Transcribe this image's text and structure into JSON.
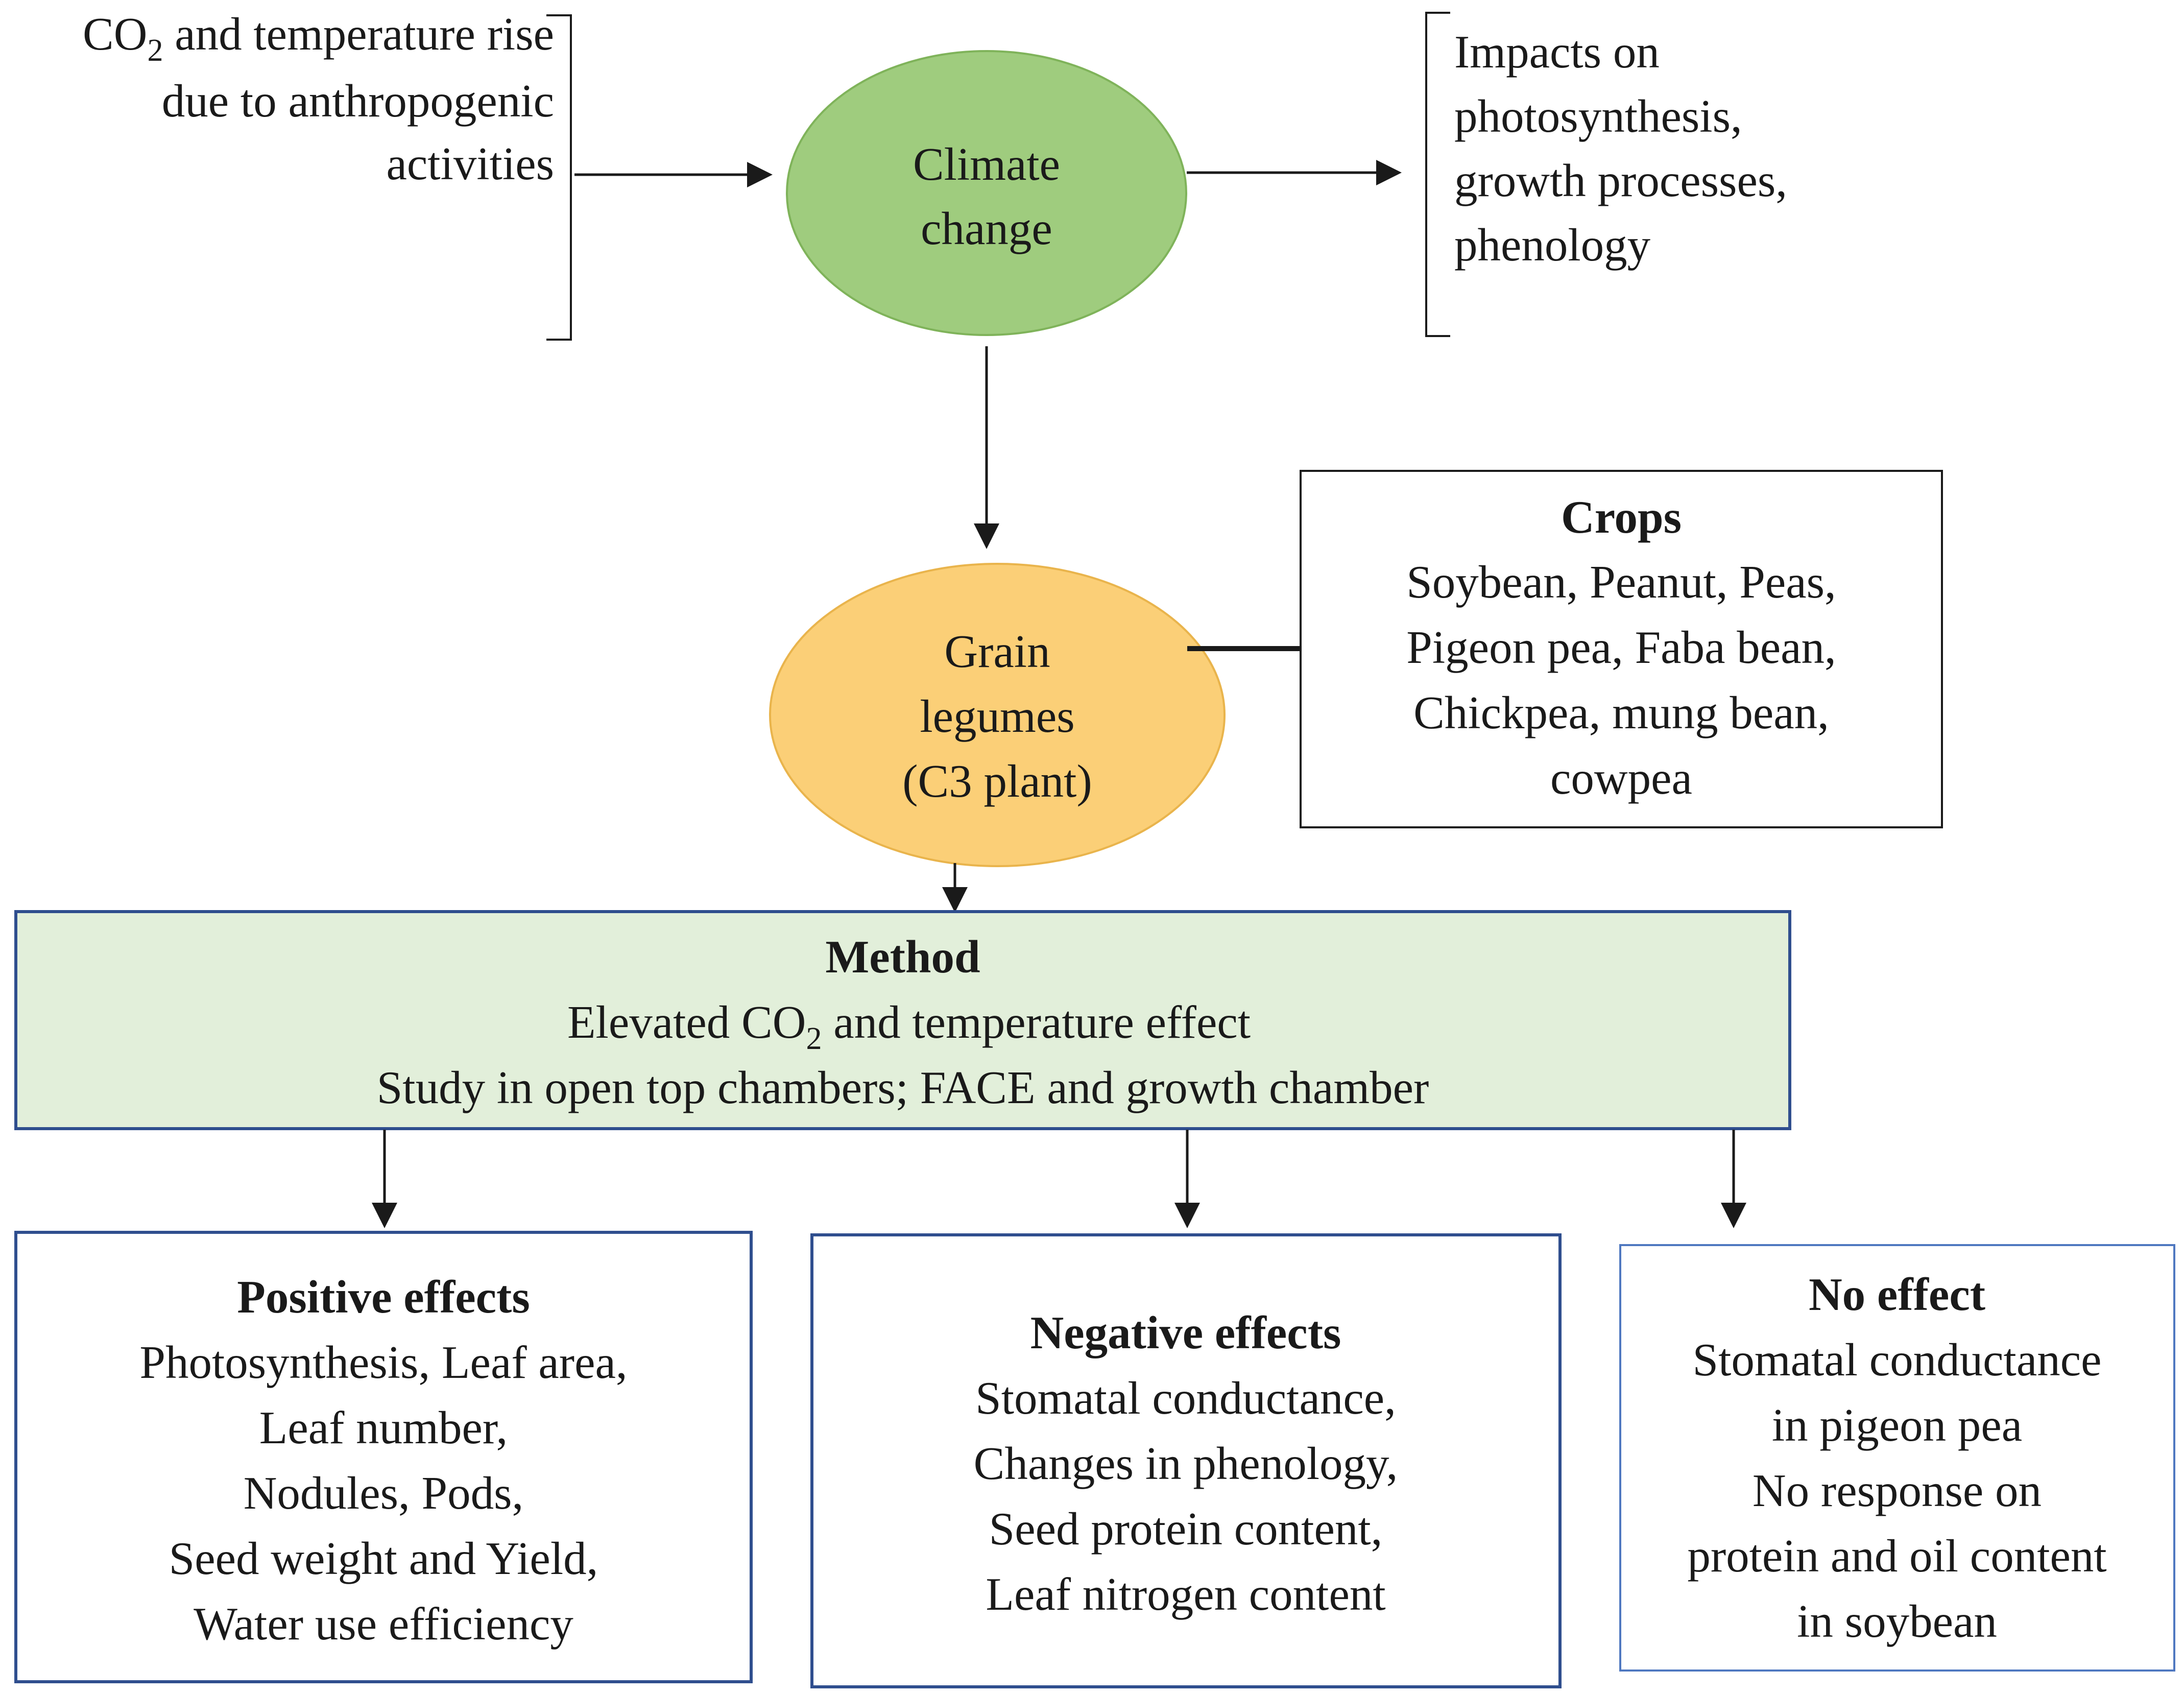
{
  "colors": {
    "ellipse_green": "#9fcc7e",
    "ellipse_orange": "#fbcf77",
    "method_fill": "#e2efda",
    "box_border_blue": "#2f4e8e",
    "box_border_light_blue": "#4f78c0",
    "text": "#1a1a1a"
  },
  "diagram": {
    "driver": {
      "line1_co": "CO",
      "line1_sub": "2",
      "line1_rest": " and temperature rise",
      "line2": "due to anthropogenic",
      "line3": "activities"
    },
    "climate_change": {
      "line1": "Climate",
      "line2": "change"
    },
    "impacts": {
      "line1": "Impacts on",
      "line2": "photosynthesis,",
      "line3": "growth processes,",
      "line4": "phenology"
    },
    "grain_legumes": {
      "line1": "Grain",
      "line2": "legumes",
      "line3": "(C3 plant)"
    },
    "crops": {
      "title": "Crops",
      "line1": "Soybean, Peanut, Peas,",
      "line2": "Pigeon pea, Faba bean,",
      "line3": "Chickpea, mung bean,",
      "line4": "cowpea"
    },
    "method": {
      "title": "Method",
      "line1_pre": "Elevated CO",
      "line1_sub": "2",
      "line1_post": " and temperature effect",
      "line2": "Study in open top chambers; FACE and growth chamber"
    },
    "positive": {
      "title": "Positive effects",
      "line1": "Photosynthesis, Leaf area,",
      "line2": "Leaf number,",
      "line3": "Nodules, Pods,",
      "line4": "Seed weight and Yield,",
      "line5": "Water use efficiency"
    },
    "negative": {
      "title": "Negative effects",
      "line1": "Stomatal conductance,",
      "line2": "Changes in phenology,",
      "line3": "Seed protein content,",
      "line4": "Leaf nitrogen content"
    },
    "no_effect": {
      "title": "No effect",
      "line1": "Stomatal conductance",
      "line2": "in pigeon pea",
      "line3": "No response on",
      "line4": "protein and oil content",
      "line5": "in soybean"
    }
  }
}
